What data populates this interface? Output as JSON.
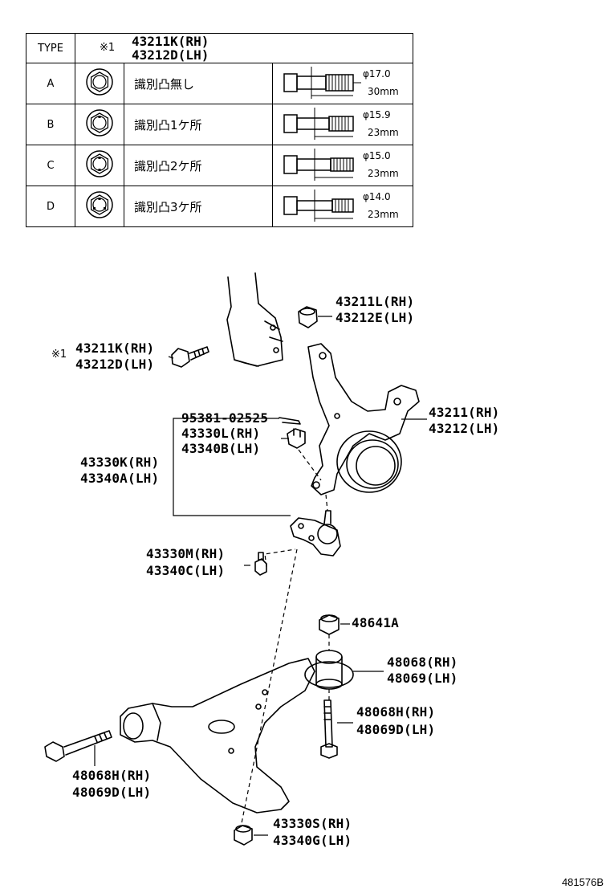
{
  "table": {
    "header": {
      "type_label": "TYPE",
      "mark": "※1",
      "part_rh": "43211K(RH)",
      "part_lh": "43212D(LH)"
    },
    "rows": [
      {
        "type": "A",
        "desc": "識別凸無し",
        "diameter": "φ17.0",
        "length": "30mm"
      },
      {
        "type": "B",
        "desc": "識別凸1ケ所",
        "diameter": "φ15.9",
        "length": "23mm"
      },
      {
        "type": "C",
        "desc": "識別凸2ケ所",
        "diameter": "φ15.0",
        "length": "23mm"
      },
      {
        "type": "D",
        "desc": "識別凸3ケ所",
        "diameter": "φ14.0",
        "length": "23mm"
      }
    ]
  },
  "labels": {
    "mark": "※1",
    "p43211L": "43211L(RH)",
    "p43212E": "43212E(LH)",
    "p43211K": "43211K(RH)",
    "p43212D": "43212D(LH)",
    "p95381": "95381-02525",
    "p43330L": "43330L(RH)",
    "p43340B": "43340B(LH)",
    "p43211": "43211(RH)",
    "p43212": "43212(LH)",
    "p43330K": "43330K(RH)",
    "p43340A": "43340A(LH)",
    "p43330M": "43330M(RH)",
    "p43340C": "43340C(LH)",
    "p48641A": "48641A",
    "p48068": "48068(RH)",
    "p48069": "48069(LH)",
    "p48068H_r": "48068H(RH)",
    "p48069D_r": "48069D(LH)",
    "p48068H_l": "48068H(RH)",
    "p48069D_l": "48069D(LH)",
    "p43330S": "43330S(RH)",
    "p43340G": "43340G(LH)"
  },
  "ref_number": "481576B"
}
